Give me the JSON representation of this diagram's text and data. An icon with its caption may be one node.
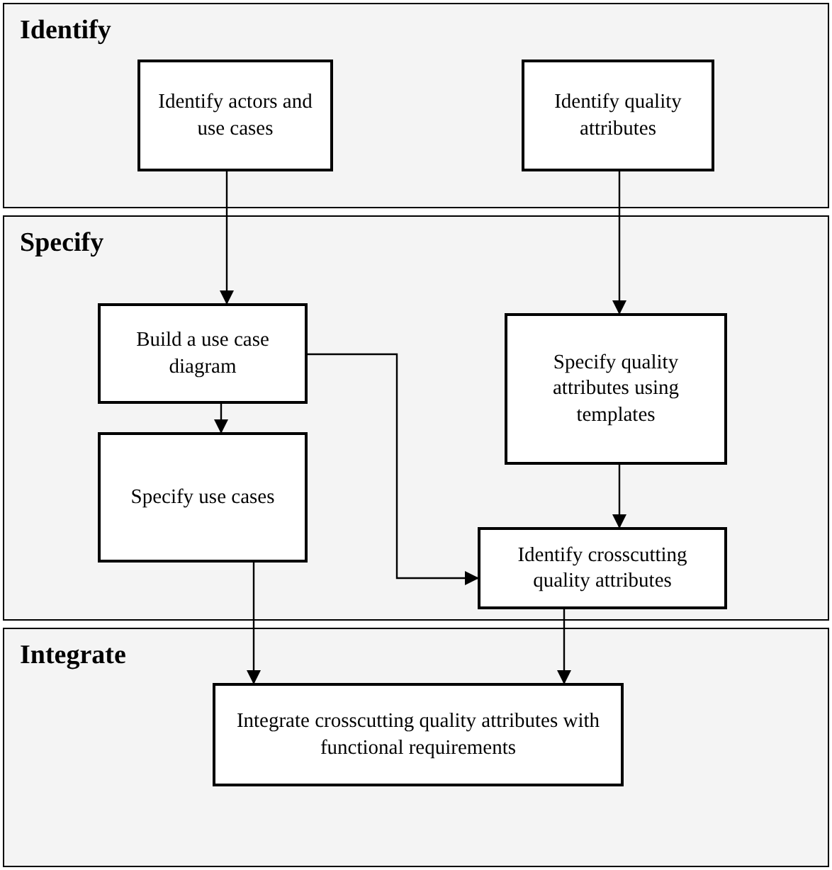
{
  "diagram": {
    "nodes": [
      {
        "text": [
          "Identify"
        ]
      },
      {
        "text": [
          "Identify actors and use cases"
        ],
        "in": 0
      },
      {
        "text": [
          "Identify quality attributes"
        ],
        "in": 0
      },
      {
        "text": [
          "Specify"
        ]
      },
      {
        "text": [
          "Build a use case diagram"
        ],
        "in": 3
      },
      {
        "text": [
          "Specify quality attributes using templates"
        ],
        "in": 3
      },
      {
        "text": [
          "Specify use cases"
        ],
        "in": 3
      },
      {
        "text": [
          "Identify crosscutting quality attributes"
        ],
        "in": 3
      },
      {
        "text": [
          "Integrate"
        ]
      },
      {
        "text": [
          "Integrate crosscutting quality attributes with functional requirements"
        ],
        "in": 8
      }
    ],
    "edges": [
      {
        "from": 1,
        "to": 4,
        "arrow": "to"
      },
      {
        "from": 2,
        "to": 5,
        "arrow": "to"
      },
      {
        "from": 4,
        "to": 6,
        "arrow": "to"
      },
      {
        "from": 5,
        "to": 7,
        "arrow": "to"
      },
      {
        "from": 4,
        "to": 7,
        "arrow": "to"
      },
      {
        "from": 6,
        "to": 9,
        "arrow": "to"
      },
      {
        "from": 7,
        "to": 9,
        "arrow": "to"
      }
    ]
  }
}
